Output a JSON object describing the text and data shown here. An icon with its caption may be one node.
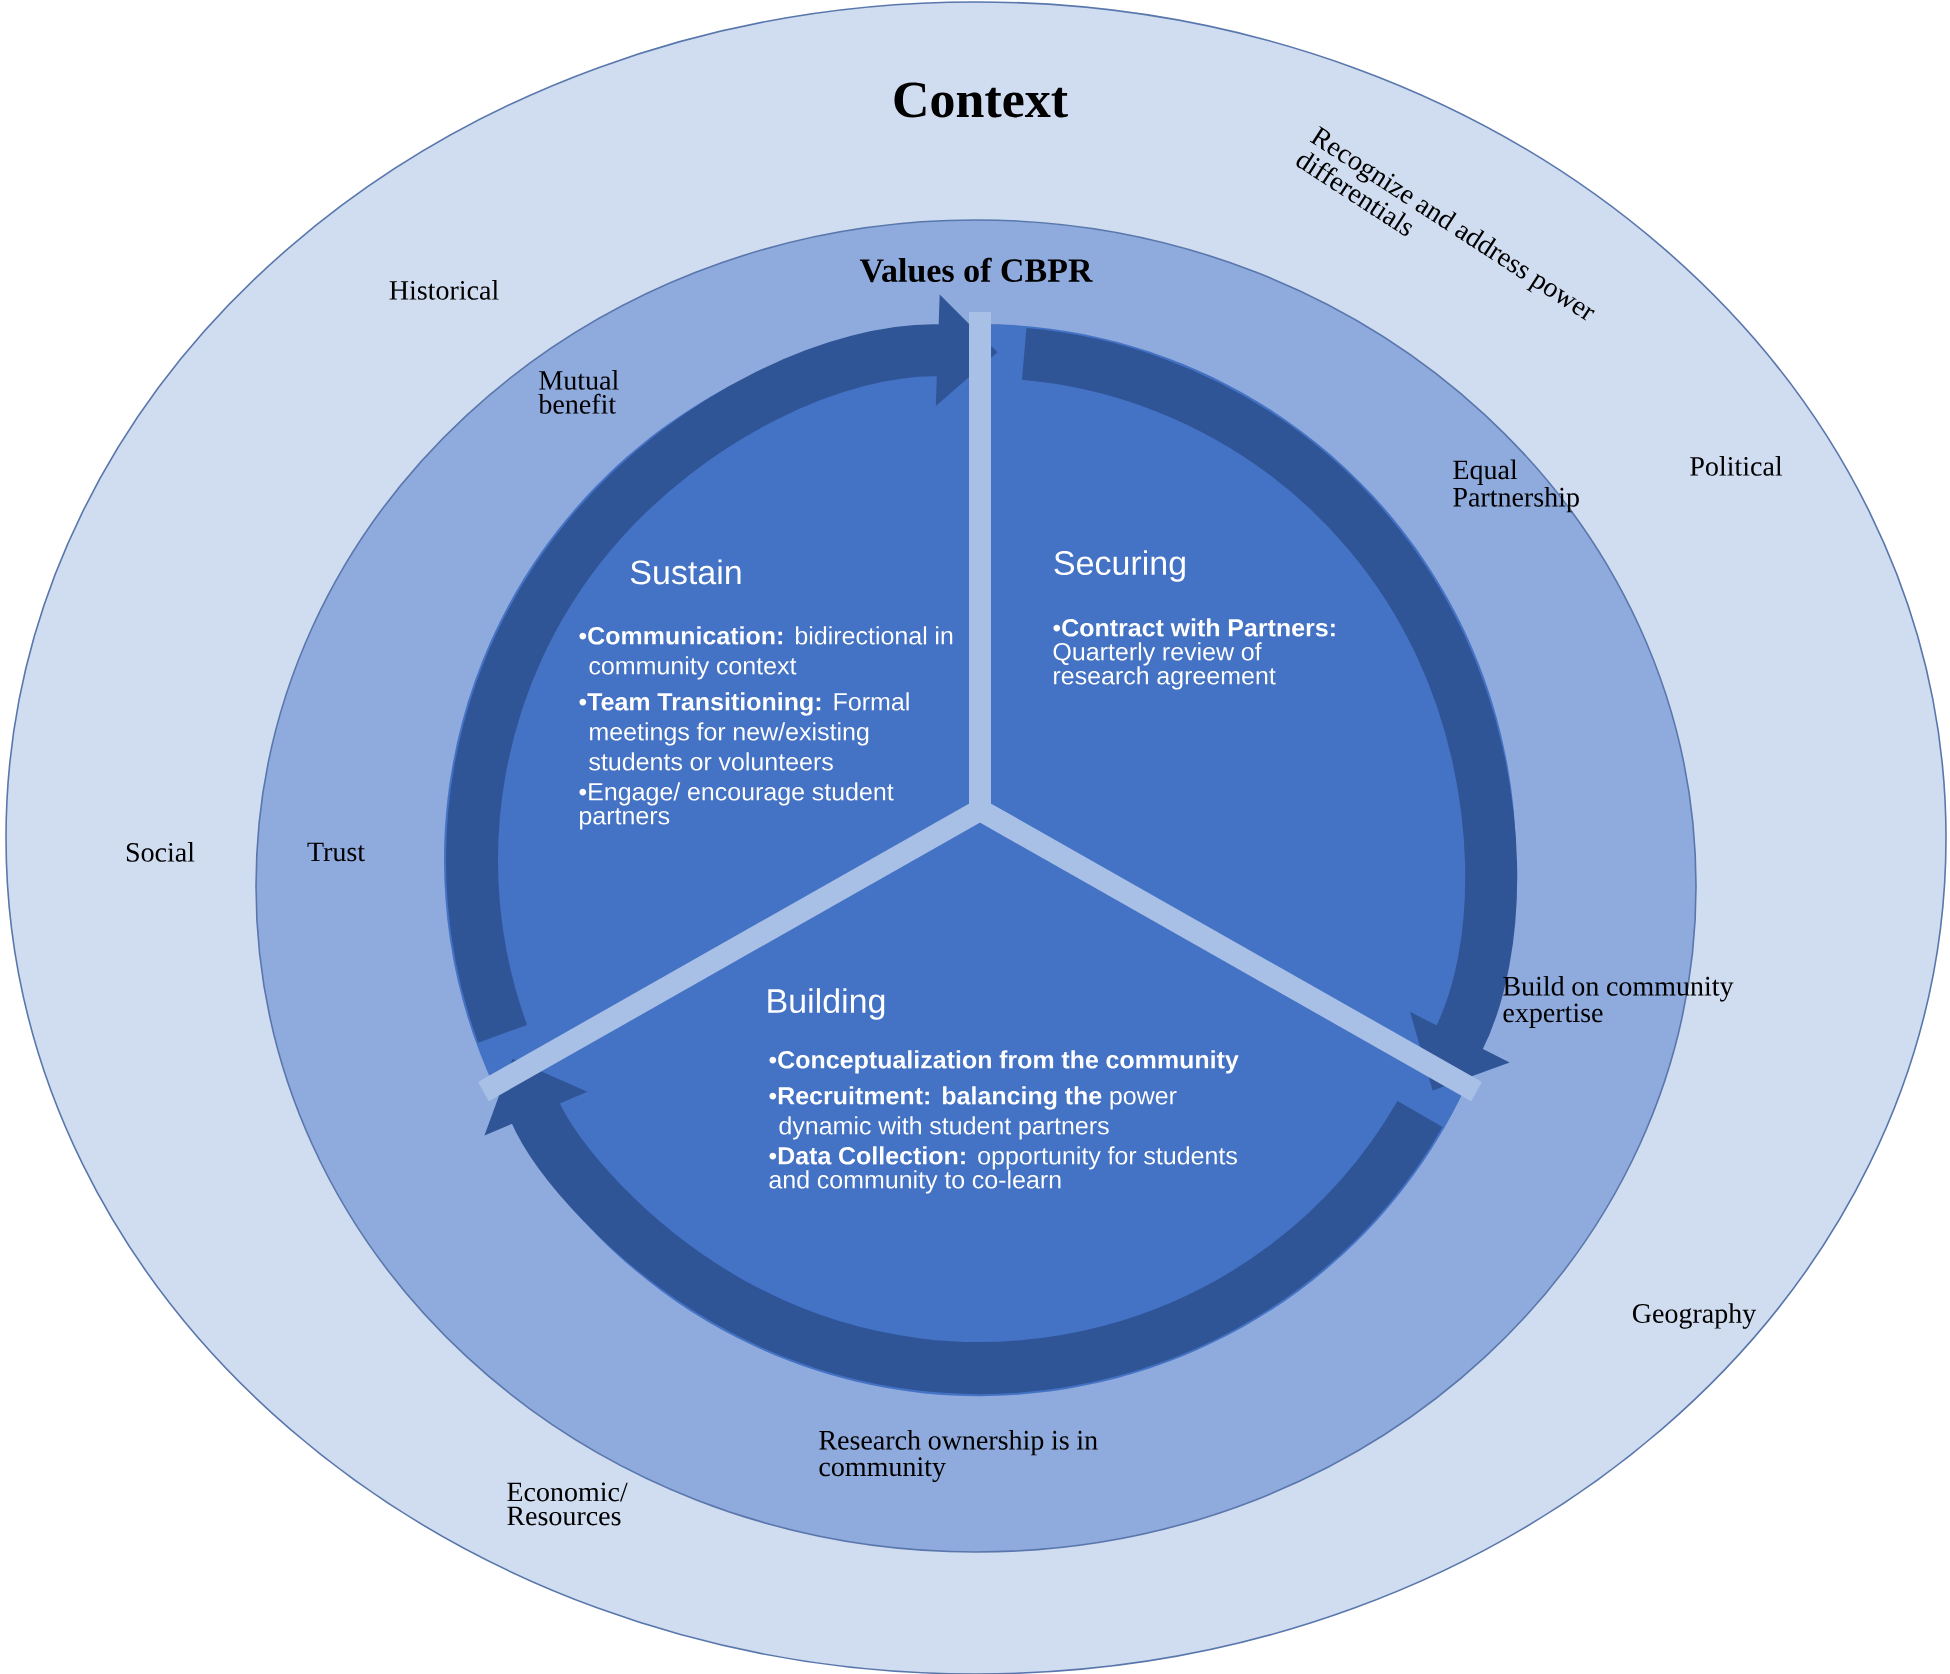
{
  "diagram": {
    "nodes": [
      {
        "text": [
          "Context"
        ]
      },
      {
        "text": [
          "Values of CBPR"
        ],
        "in": 0
      },
      {
        "text": [
          "Sustain",
          "•**Communication:** bidirectional in community context",
          "•**Team Transitioning:** Formal meetings for new/existing students or volunteers",
          "•Engage/ encourage student partners"
        ],
        "in": 1
      },
      {
        "text": [
          "Securing",
          "•**Contract with Partners:** Quarterly review of research agreement"
        ],
        "in": 1
      },
      {
        "text": [
          "Building",
          "•**Conceptualization from the community**",
          "•**Recruitment: balancing the** power dynamic with student partners",
          "•**Data Collection:** opportunity for students and community to co-learn"
        ],
        "in": 1
      }
    ],
    "edges": [
      {
        "from": 2,
        "to": 3,
        "arrow": "to"
      },
      {
        "from": 3,
        "to": 4,
        "arrow": "to"
      },
      {
        "from": 4,
        "to": 2,
        "arrow": "to"
      }
    ],
    "labels": [
      "Historical",
      "Recognize and address power differentials",
      "Mutual benefit",
      "Political",
      "Equal Partnership",
      "Social",
      "Trust",
      "Build on community expertise",
      "Geography",
      "Research ownership is in community",
      "Economic/ Resources"
    ]
  }
}
